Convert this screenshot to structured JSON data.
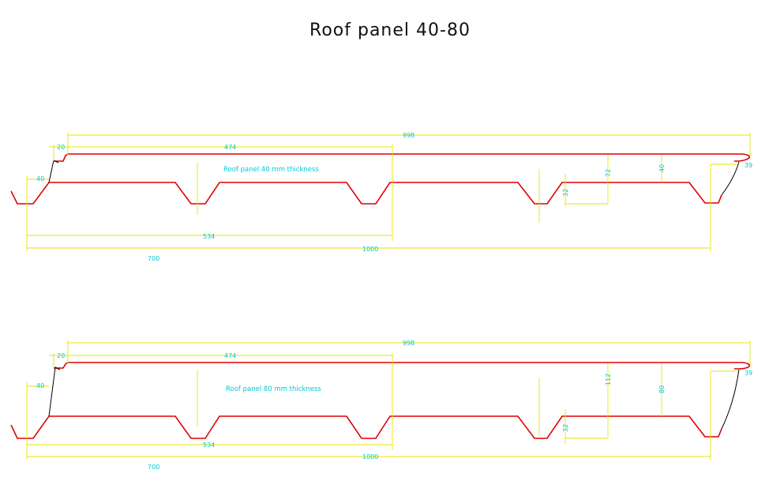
{
  "title": "Roof panel   40-80",
  "colors": {
    "profile": "#e00000",
    "dimension": "#e6e600",
    "text": "#00c8d8",
    "edge": "#000000"
  },
  "panels": [
    {
      "note": "Roof panel    40 mm thickness",
      "dims": {
        "overall_top": "998",
        "side": "20",
        "rib_spacing": "474",
        "edge_height": "40",
        "total_height": "72",
        "core_height": "40",
        "rib_depth": "32",
        "lap": "39",
        "span_534": "534",
        "width": "1000",
        "span_700": "700"
      }
    },
    {
      "note": "Roof panel    80 mm thickness",
      "dims": {
        "overall_top": "998",
        "side": "20",
        "rib_spacing": "474",
        "edge_height": "40",
        "total_height": "112",
        "core_height": "80",
        "rib_depth": "32",
        "lap": "39",
        "span_534": "534",
        "width": "1000",
        "span_700": "700"
      }
    }
  ]
}
